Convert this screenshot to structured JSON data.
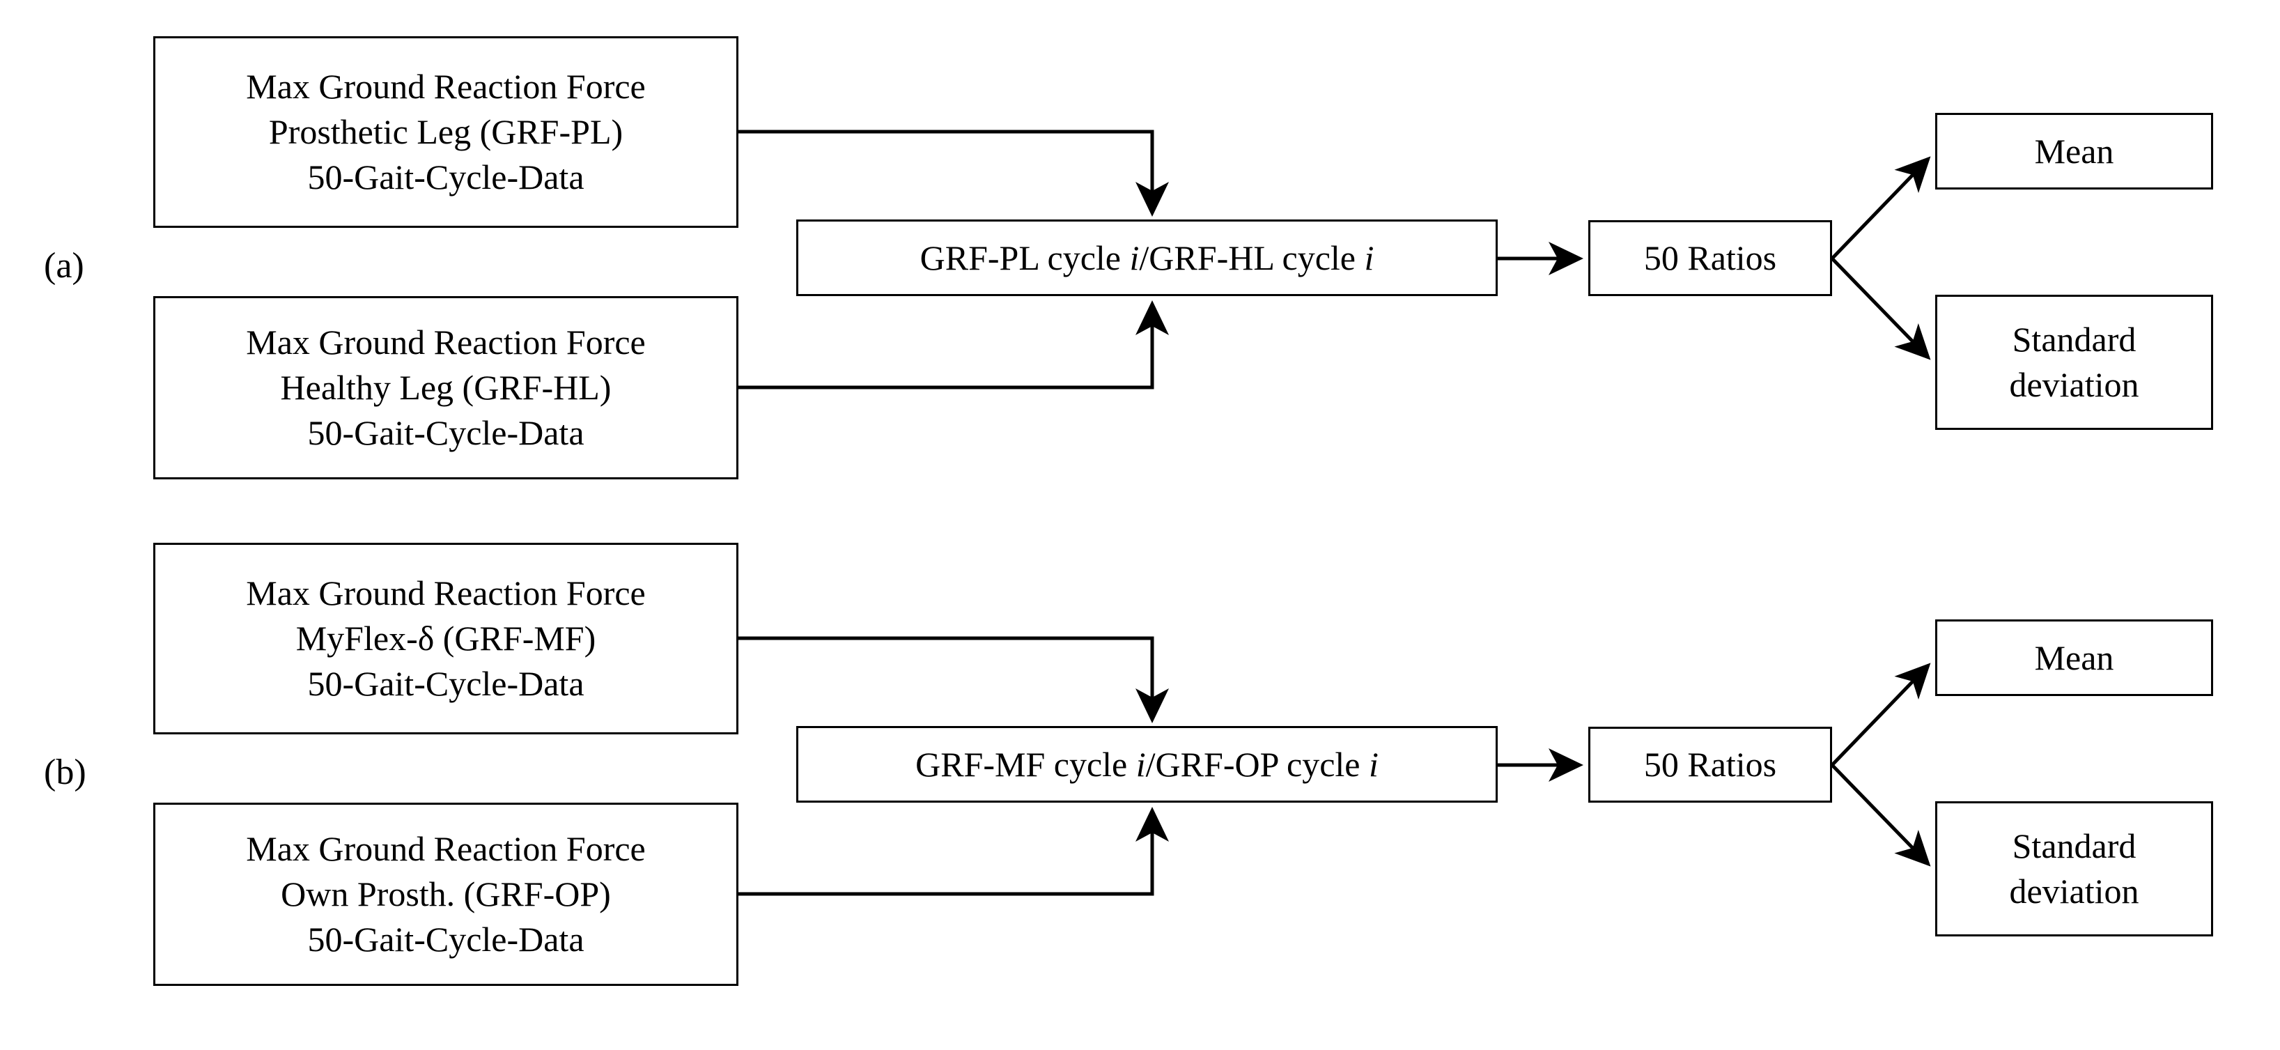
{
  "figure": {
    "type": "flow-diagram",
    "background": "#ffffff",
    "stroke": "#000000",
    "panels": [
      {
        "label": "(a)",
        "nodes": {
          "input_top": {
            "lines": [
              "Max Ground Reaction Force",
              "Prosthetic Leg (GRF-PL)",
              "50-Gait-Cycle-Data"
            ]
          },
          "input_bottom": {
            "lines": [
              "Max Ground Reaction Force",
              "Healthy Leg (GRF-HL)",
              "50-Gait-Cycle-Data"
            ]
          },
          "operation": {
            "prefix": "GRF-PL cycle ",
            "var1": "i",
            "middle": "/GRF-HL cycle ",
            "var2": "i"
          },
          "result": {
            "label": "50 Ratios"
          },
          "output_top": {
            "label": "Mean"
          },
          "output_bottom": {
            "lines": [
              "Standard",
              "deviation"
            ]
          }
        }
      },
      {
        "label": "(b)",
        "nodes": {
          "input_top": {
            "lines": [
              "Max Ground Reaction Force",
              "MyFlex-δ (GRF-MF)",
              "50-Gait-Cycle-Data"
            ]
          },
          "input_bottom": {
            "lines": [
              "Max Ground Reaction Force",
              "Own Prosth. (GRF-OP)",
              "50-Gait-Cycle-Data"
            ]
          },
          "operation": {
            "prefix": "GRF-MF cycle ",
            "var1": "i",
            "middle": "/GRF-OP cycle ",
            "var2": "i"
          },
          "result": {
            "label": "50 Ratios"
          },
          "output_top": {
            "label": "Mean"
          },
          "output_bottom": {
            "lines": [
              "Standard",
              "deviation"
            ]
          }
        }
      }
    ]
  }
}
